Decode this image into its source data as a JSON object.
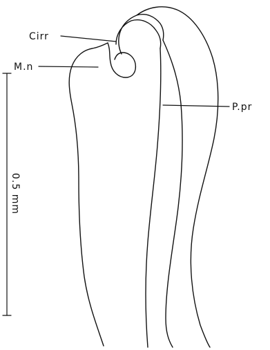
{
  "labels": {
    "cirrus": "Cirr",
    "male_opening": "M.n",
    "penis_pouch": "P.pr"
  },
  "scale_bar": {
    "text": "0.5 mm",
    "length_mm": 0.5
  },
  "colors": {
    "ink": "#111111",
    "background": "#ffffff"
  }
}
